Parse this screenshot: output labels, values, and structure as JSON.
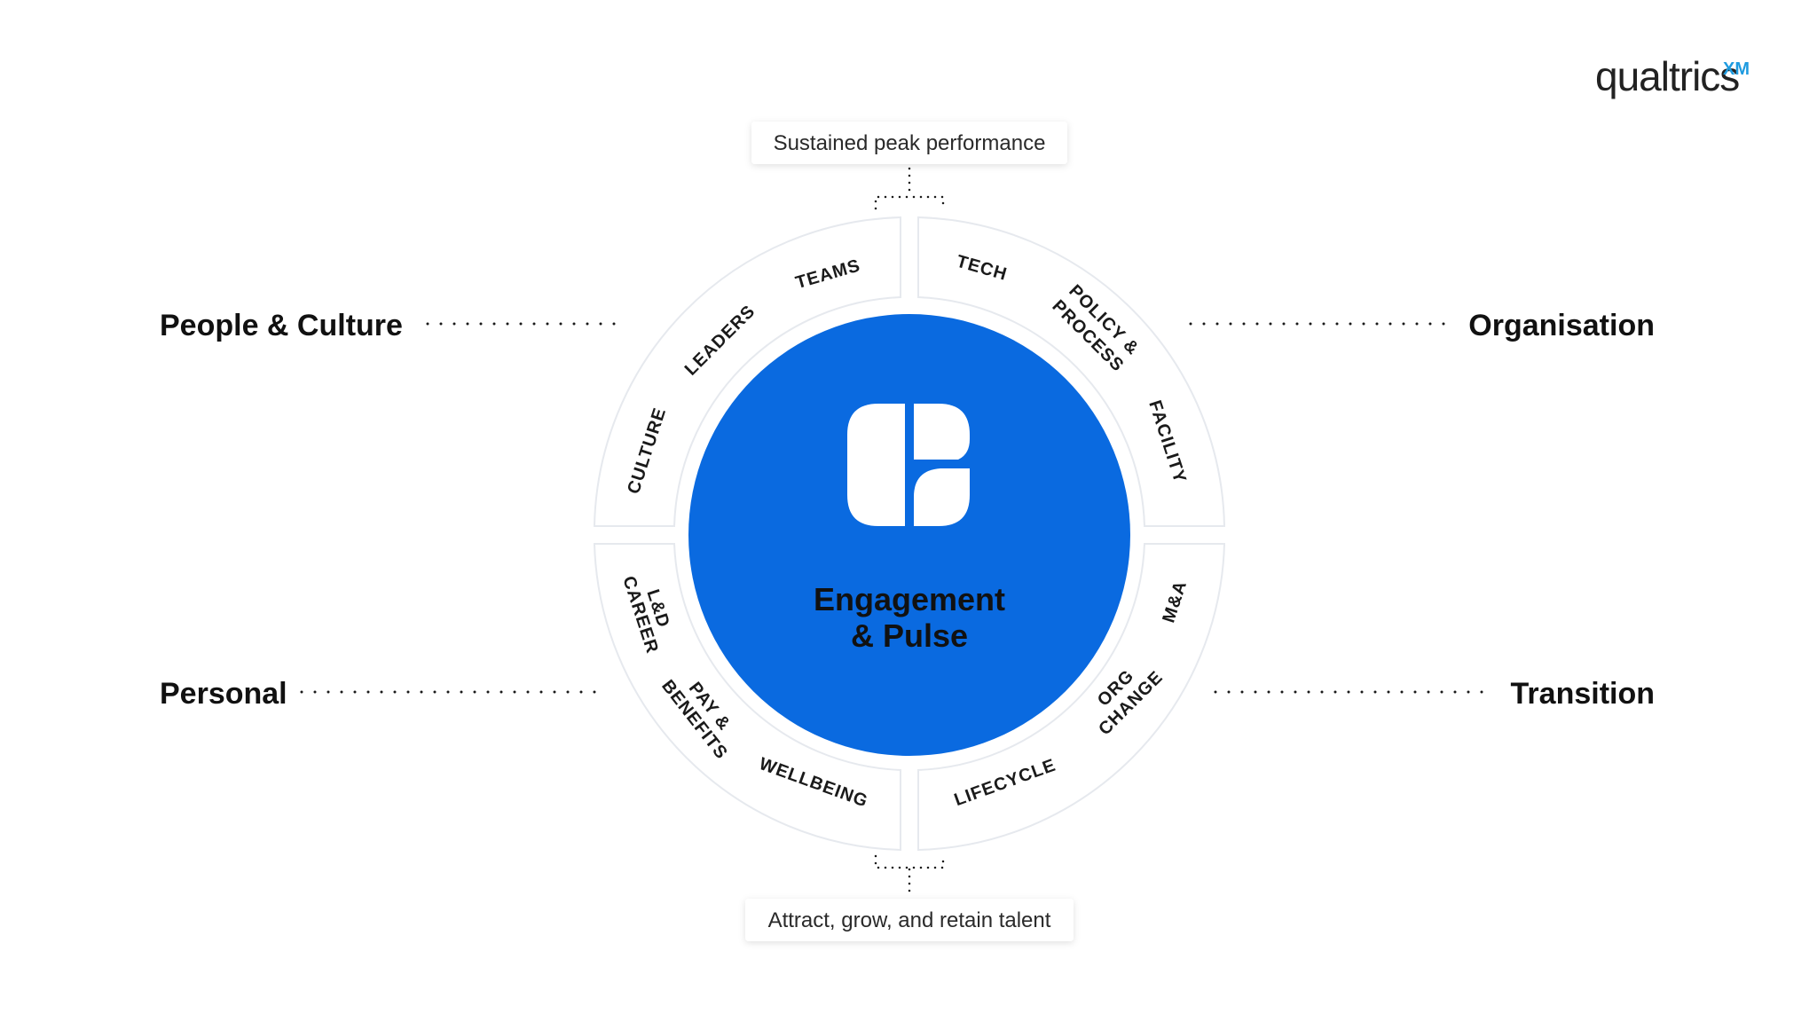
{
  "logo": {
    "name": "qualtrics",
    "suffix": "XM",
    "suffix_color": "#1e9be0"
  },
  "top_outcome": "Sustained peak performance",
  "bottom_outcome": "Attract, grow, and retain talent",
  "center": {
    "line1": "Engagement",
    "line2": "& Pulse",
    "color": "#0a6ae0",
    "icon": "qualtrics-brand-icon"
  },
  "dimensions": {
    "top_left": "People & Culture",
    "top_right": "Organisation",
    "bottom_left": "Personal",
    "bottom_right": "Transition"
  },
  "segments": {
    "culture": "CULTURE",
    "leaders": "LEADERS",
    "teams": "TEAMS",
    "tech": "TECH",
    "policy_line1": "POLICY &",
    "policy_line2": "PROCESS",
    "facility": "FACILITY",
    "ma": "M&A",
    "org_line1": "ORG",
    "org_line2": "CHANGE",
    "lifecycle": "LIFECYCLE",
    "wellbeing": "WELLBEING",
    "pay_line1": "PAY &",
    "pay_line2": "BENEFITS",
    "ld_line1": "L&D",
    "ld_line2": "CAREER"
  }
}
